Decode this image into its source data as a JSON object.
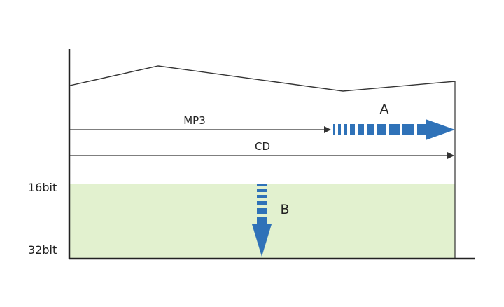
{
  "labels": {
    "mp3": "MP3",
    "cd": "CD",
    "a": "A",
    "b": "B",
    "bit16": "16bit",
    "bit32": "32bit"
  },
  "colors": {
    "axis": "#222222",
    "line": "#333333",
    "arrow_blue": "#2f72b8",
    "band_fill": "#e2f1cf"
  }
}
